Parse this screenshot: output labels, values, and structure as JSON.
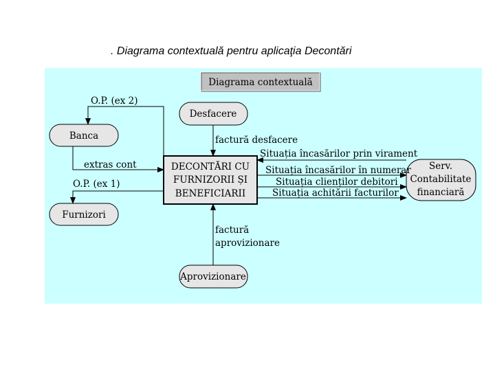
{
  "caption": ". Diagrama contextuală pentru aplicaţia Decontări",
  "title": "Diagrama contextuală",
  "center": [
    "DECONTĂRI CU",
    "FURNIZORII ȘI",
    "BENEFICIARII"
  ],
  "nodes": {
    "desfacere": "Desfacere",
    "banca": "Banca",
    "furnizori": "Furnizori",
    "aprovizionare": "Aprovizionare",
    "serv": [
      "Serv.",
      "Contabilitate",
      "financiară"
    ]
  },
  "flows": {
    "op_ex2": "O.P. (ex 2)",
    "extras_cont": "extras cont",
    "op_ex1": "O.P. (ex 1)",
    "factura_desfacere": "factură desfacere",
    "sit_virament": "Situația încasărilor prin virament",
    "sit_numerar": "Situația încasărilor în numerar",
    "sit_debitori": "Situația clienților debitori",
    "sit_achitarii": "Situația achitării facturilor",
    "factura_aprov": [
      "factură",
      "aprovizionare"
    ]
  },
  "colors": {
    "panel": "#ccffff",
    "node": "#e6e6e6",
    "title_box": "#c0c0c0"
  }
}
